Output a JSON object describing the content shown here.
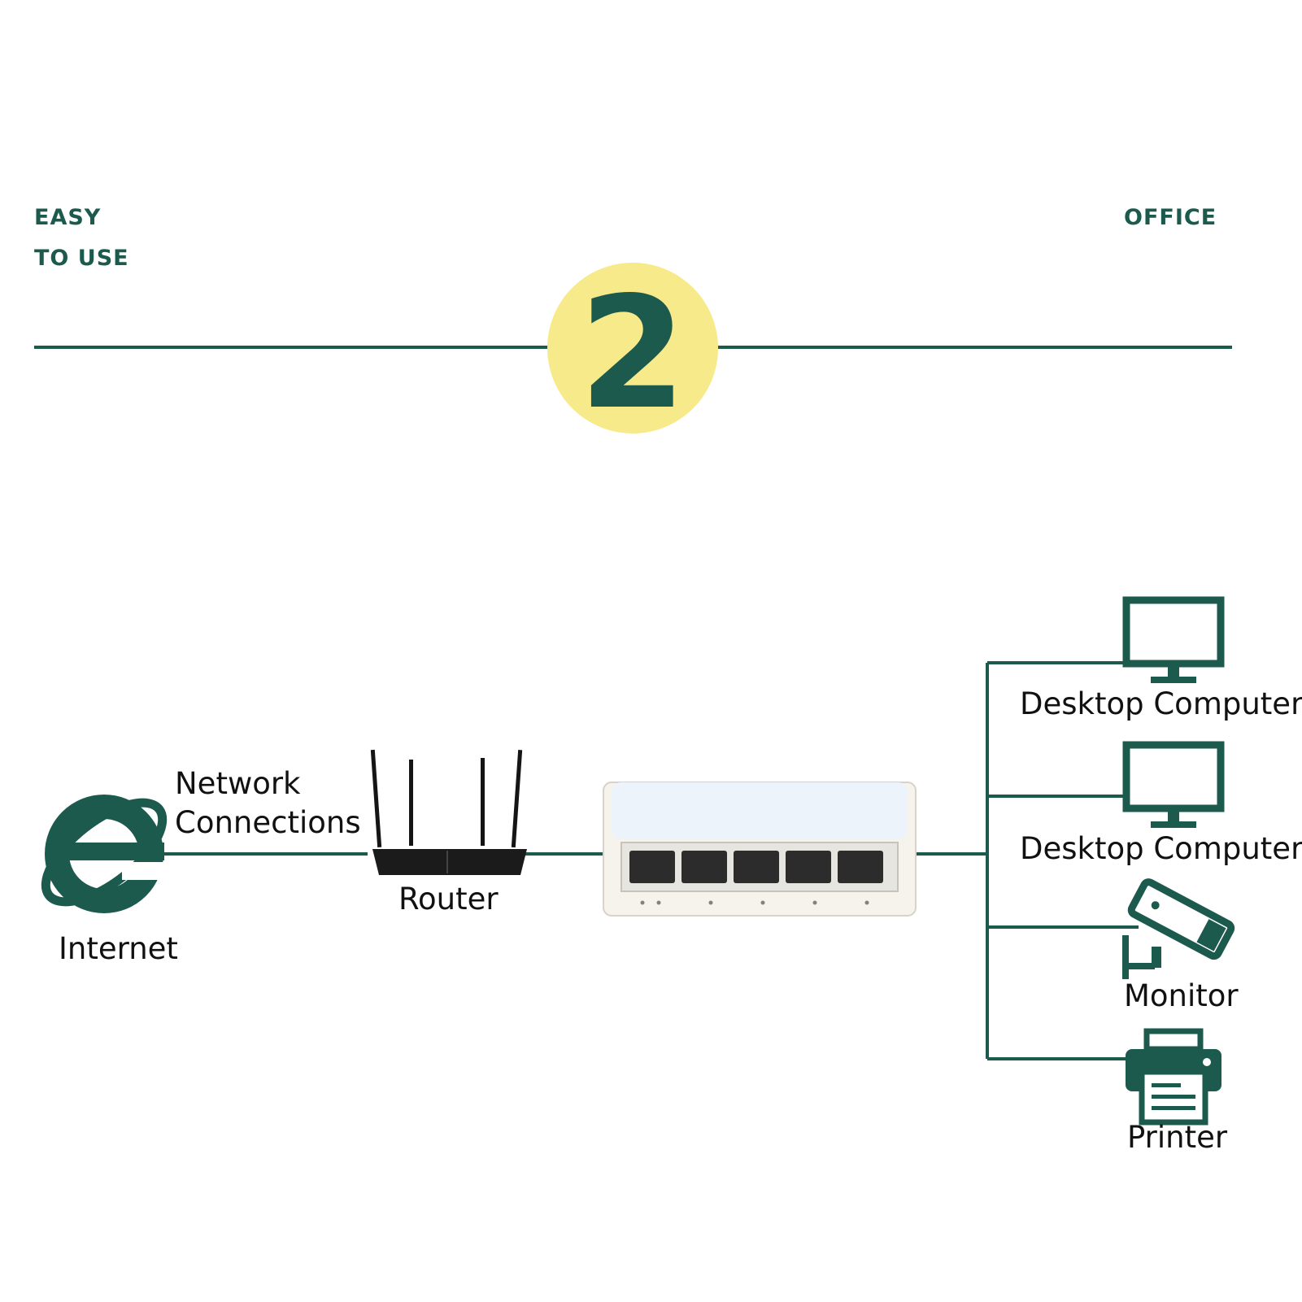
{
  "header": {
    "left_line1": "EASY",
    "left_line2": "TO USE",
    "right": "OFFICE",
    "step_number": "2"
  },
  "nodes": {
    "internet": "Internet",
    "network_connections_line1": "Network",
    "network_connections_line2": "Connections",
    "router": "Router",
    "device1": "Desktop Computer",
    "device2": "Desktop Computer",
    "device3": "Monitor",
    "device4": "Printer"
  },
  "colors": {
    "accent": "#1d5a4e",
    "badge": "#f7ea8a"
  }
}
